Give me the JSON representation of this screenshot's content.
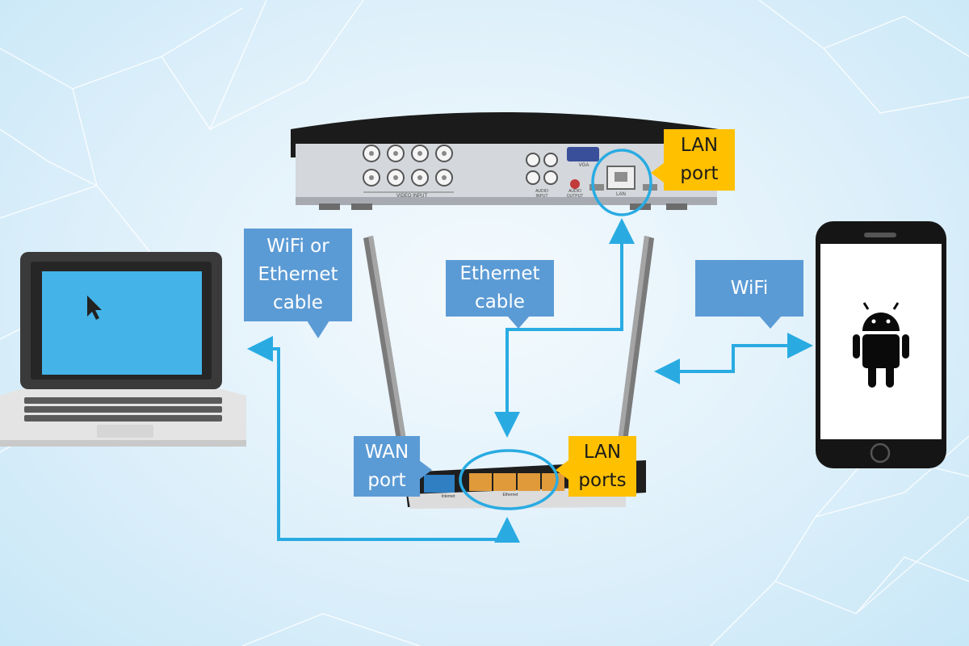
{
  "labels": {
    "wifi_or_ethernet": "WiFi or\nEthernet\ncable",
    "ethernet_cable": "Ethernet\ncable",
    "wifi": "WiFi",
    "wan_port": "WAN\nport",
    "lan_ports": "LAN\nports",
    "lan_port": "LAN\nport"
  },
  "dvr_panel": {
    "video_input": "VIDEO INPUT",
    "vga": "VGA",
    "audio_input": "AUDIO\nINPUT",
    "audio_output": "AUDIO\nOUTPUT",
    "lan": "LAN"
  },
  "router_panel": {
    "internet": "Internet",
    "ethernet": "Ethernet"
  },
  "colors": {
    "arrow": "#29abe2",
    "callout_blue": "#5b9bd5",
    "callout_yellow": "#ffc000",
    "highlight_circle": "#29abe2"
  },
  "icons": [
    "laptop-icon",
    "mouse-pointer-icon",
    "android-icon",
    "smartphone-icon",
    "dvr-device",
    "wifi-router-device"
  ]
}
